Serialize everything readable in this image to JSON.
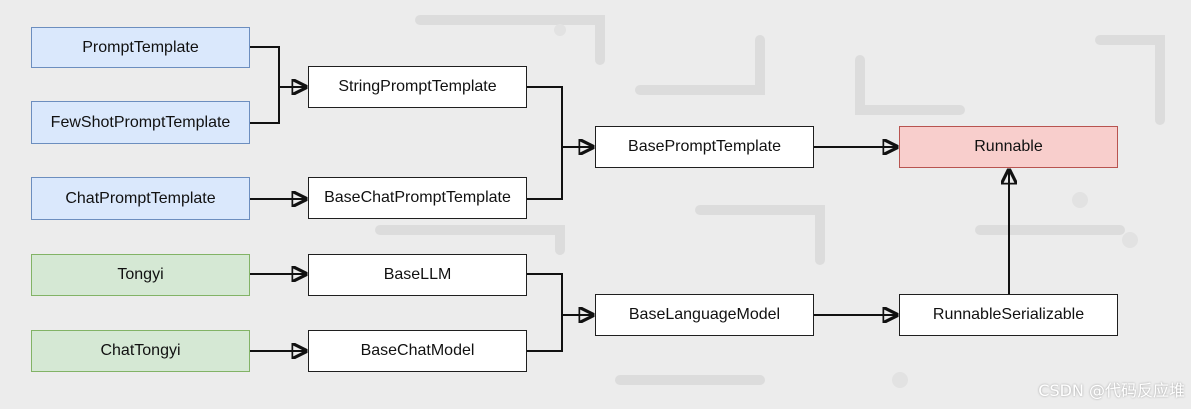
{
  "diagram": {
    "nodes": {
      "prompt_template": "PromptTemplate",
      "few_shot_prompt_template": "FewShotPromptTemplate",
      "chat_prompt_template": "ChatPromptTemplate",
      "string_prompt_template": "StringPromptTemplate",
      "base_chat_prompt_template": "BaseChatPromptTemplate",
      "base_prompt_template": "BasePromptTemplate",
      "runnable": "Runnable",
      "tongyi": "Tongyi",
      "chat_tongyi": "ChatTongyi",
      "base_llm": "BaseLLM",
      "base_chat_model": "BaseChatModel",
      "base_language_model": "BaseLanguageModel",
      "runnable_serializable": "RunnableSerializable"
    },
    "colors": {
      "blue_fill": "#dae8fc",
      "green_fill": "#d5e8d4",
      "red_fill": "#f8cecc"
    }
  },
  "watermark": "CSDN @代码反应堆"
}
